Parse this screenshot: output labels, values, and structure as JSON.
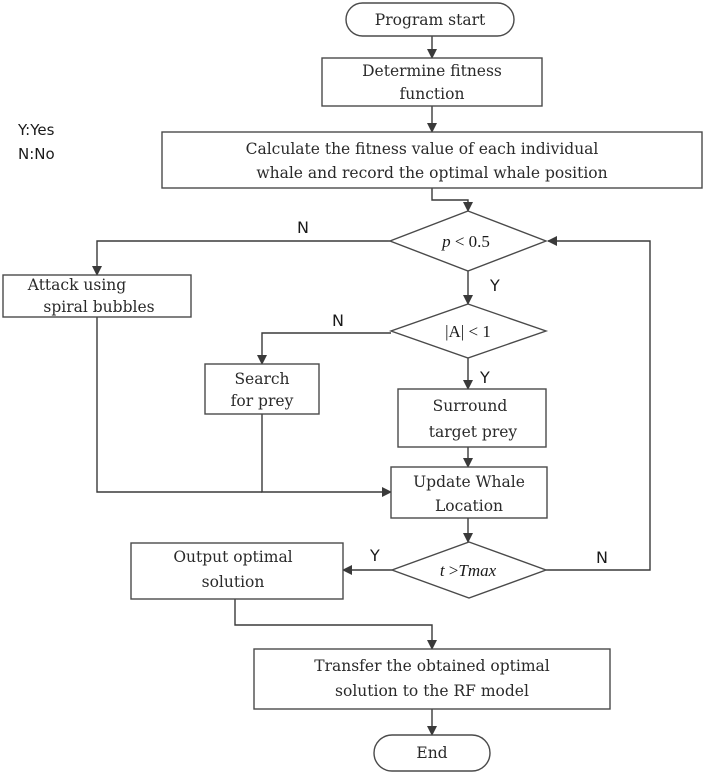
{
  "legend": {
    "yes": "Y:Yes",
    "no": "N:No"
  },
  "nodes": {
    "start": "Program start",
    "fitness_fn": [
      "Determine fitness",
      "function"
    ],
    "calc_fitness": [
      "Calculate the fitness value of each individual",
      "whale and record the optimal whale position"
    ],
    "p_decision": {
      "var": "p",
      "rest": " < 0.5"
    },
    "spiral": [
      "Attack using",
      "spiral bubbles"
    ],
    "a_decision": "|A| < 1",
    "search": [
      "Search",
      "for prey"
    ],
    "surround": [
      "Surround",
      "target prey"
    ],
    "update": [
      "Update Whale",
      "Location"
    ],
    "t_decision": {
      "var": "t",
      "rest": " >",
      "var2": "Tmax"
    },
    "output": [
      "Output optimal",
      "solution"
    ],
    "transfer": [
      "Transfer the obtained optimal",
      "solution to the RF model"
    ],
    "end": "End"
  },
  "edge_labels": {
    "p_no": "N",
    "p_yes": "Y",
    "a_no": "N",
    "a_yes": "Y",
    "t_yes": "Y",
    "t_no": "N"
  },
  "colors": {
    "stroke": "#4a4a4a",
    "text": "#2a2a2a",
    "background": "#ffffff"
  }
}
